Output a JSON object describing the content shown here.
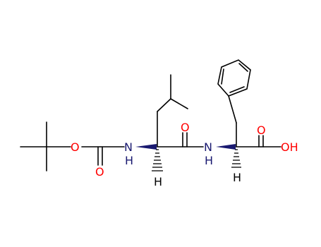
{
  "colors": {
    "bond": "#000000",
    "oxygen": "#ff0000",
    "nitrogen": "#191970",
    "hydrogen": "#000000",
    "background": "#ffffff"
  },
  "atoms": {
    "carbamate_ether_o": "O",
    "carbamate_carbonyl_o": "O",
    "leu_nh_n": "N",
    "leu_nh_h": "H",
    "leu_alpha_h": "H",
    "amide_carbonyl_o": "O",
    "phe_nh_n": "N",
    "phe_nh_h": "H",
    "phe_alpha_h": "H",
    "acid_carbonyl_o": "O",
    "acid_hydroxyl": "OH"
  }
}
